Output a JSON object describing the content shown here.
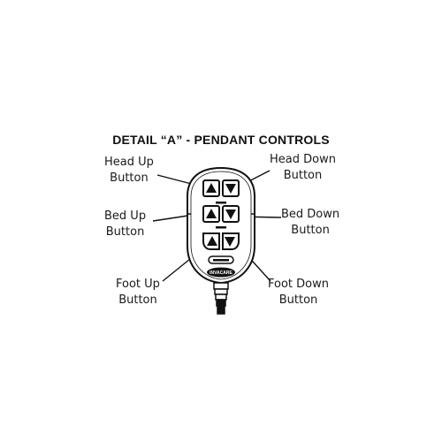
{
  "title": "DETAIL “A” - PENDANT CONTROLS",
  "labels": {
    "head_up": {
      "line1": "Head Up",
      "line2": "Button"
    },
    "head_down": {
      "line1": "Head Down",
      "line2": "Button"
    },
    "bed_up": {
      "line1": "Bed Up",
      "line2": "Button"
    },
    "bed_down": {
      "line1": "Bed Down",
      "line2": "Button"
    },
    "foot_up": {
      "line1": "Foot Up",
      "line2": "Button"
    },
    "foot_down": {
      "line1": "Foot Down",
      "line2": "Button"
    }
  },
  "logo_text": "INVACARE",
  "icons": {
    "up": "up-arrow-icon",
    "down": "down-arrow-icon"
  },
  "colors": {
    "ink": "#111111",
    "background": "#ffffff"
  }
}
